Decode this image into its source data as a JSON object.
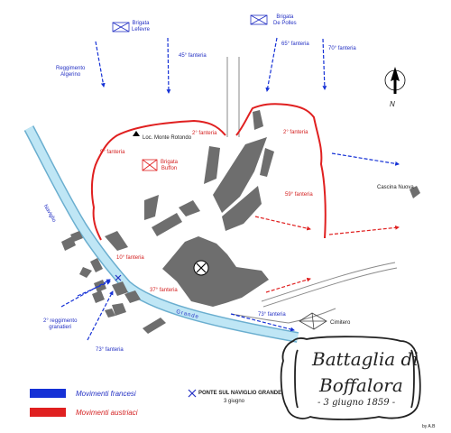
{
  "colors": {
    "french": "#1531d6",
    "austrian": "#e02020",
    "canal": "#a8d8ea",
    "canal_edge": "#6aaecf",
    "building": "#6e6e6e",
    "road": "#8a8a8a"
  },
  "labels": {
    "brigata_lefevre": "Brigata\nLefevre",
    "brigata_depolles": "Brigata\nDe Polles",
    "reggimento_algerino": "Reggimento\nAlgerino",
    "fanteria_45": "45° fanteria",
    "fanteria_65": "65° fanteria",
    "fanteria_70": "70° fanteria",
    "fanteria_2_a": "2° fanteria",
    "fanteria_2_b": "2° fanteria",
    "fanteria_9": "9° fanteria",
    "brigata_buffon": "Brigata\nBuffon",
    "loc_monte_rotondo": "Loc. Monte Rotondo",
    "fanteria_59": "59° fanteria",
    "cascina_nuova": "Cascina Nuova",
    "fanteria_10": "10° fanteria",
    "fanteria_37": "37° fanteria",
    "reggimento_granatieri": "2° reggimento\ngranatieri",
    "fanteria_73_a": "73° fanteria",
    "fanteria_73_b": "73° fanteria",
    "cimitero": "Cimitero",
    "naviglio_1": "Naviglio",
    "naviglio_2": "Grande",
    "north": "N"
  },
  "title": {
    "line1": "Battaglia di",
    "line2": "Boffalora",
    "date": "- 3 giugno 1859 -"
  },
  "legend": {
    "french": "Movimenti francesi",
    "austrian": "Movimenti austriaci",
    "bridge": "PONTE SUL NAVIGLIO GRANDE",
    "bridge_date": "3 giugno",
    "credit": "by A.B"
  }
}
